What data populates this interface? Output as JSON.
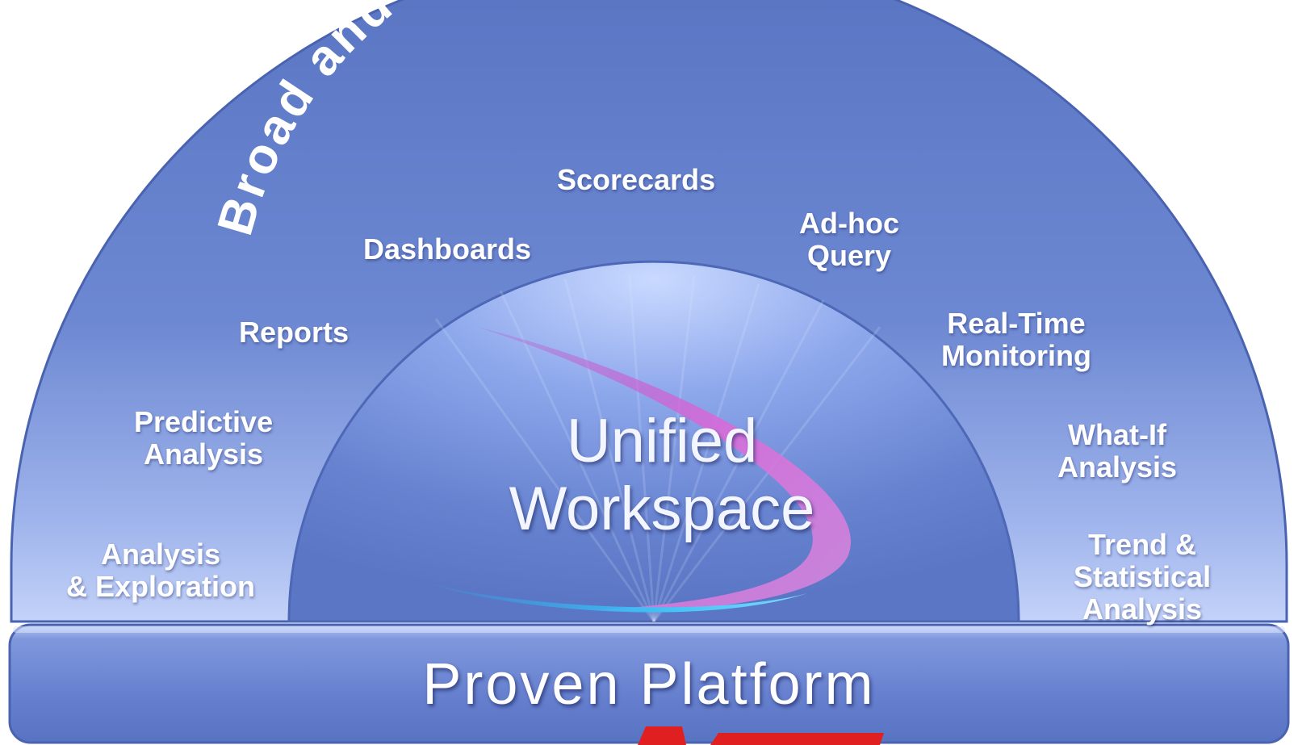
{
  "arc_title": "Broad and Powerful Analytics",
  "center": {
    "line1": "Unified",
    "line2": "Workspace"
  },
  "platform": "Proven Platform",
  "capabilities": {
    "scorecards": [
      "Scorecards"
    ],
    "dashboards": [
      "Dashboards"
    ],
    "adhoc": [
      "Ad-hoc",
      "Query"
    ],
    "reports": [
      "Reports"
    ],
    "realtime": [
      "Real-Time",
      "Monitoring"
    ],
    "predictive": [
      "Predictive",
      "Analysis"
    ],
    "whatif": [
      "What-If",
      "Analysis"
    ],
    "exploration": [
      "Analysis",
      "& Exploration"
    ],
    "trend": [
      "Trend &",
      "Statistical",
      "Analysis"
    ]
  },
  "colors": {
    "arc_outer": "#5f7cc8",
    "arc_inner": "#a9bdf0",
    "dome": "#6f8ad4",
    "platform_bar": "#6a86d2",
    "swoosh_pink": "#d060c8",
    "swoosh_blue": "#3fb8f0",
    "partial_red_glyph": "#e02020"
  }
}
